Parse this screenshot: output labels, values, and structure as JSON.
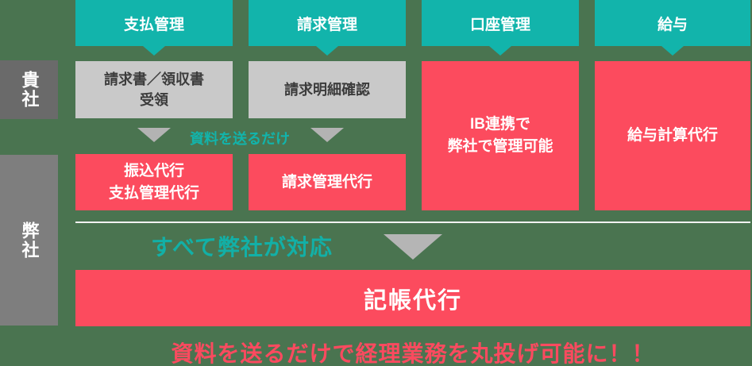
{
  "colors": {
    "background_green": "#4a7450",
    "header_teal": "#12b4ab",
    "service_red": "#fc4b5e",
    "customer_gray": "#c9c9c9",
    "your_label_gray": "#6a6a6a",
    "our_label_gray": "#7e7e7e",
    "arrow_gray": "#b3b3b3",
    "divider_white": "#f2f2f2"
  },
  "side_labels": {
    "your_company": "貴社",
    "our_company": "弊社"
  },
  "columns": [
    {
      "header": "支払管理",
      "customer_task": [
        "請求書／領収書",
        "受領"
      ],
      "our_service": [
        "振込代行",
        "支払管理代行"
      ]
    },
    {
      "header": "請求管理",
      "customer_task": [
        "請求明細確認"
      ],
      "our_service": [
        "請求管理代行"
      ]
    },
    {
      "header": "口座管理",
      "our_service": [
        "IB連携で",
        "弊社で管理可能"
      ]
    },
    {
      "header": "給与",
      "our_service": [
        "給与計算代行"
      ]
    }
  ],
  "annotations": {
    "send_documents": "資料を送るだけ",
    "all_handled": "すべて弊社が対応",
    "bottom_caption": "資料を送るだけで経理業務を丸投げ可能に！！"
  },
  "bookkeeping": {
    "label": "記帳代行"
  }
}
